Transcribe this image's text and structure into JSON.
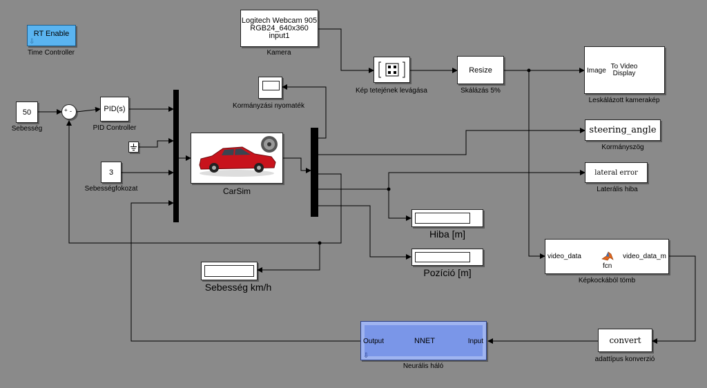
{
  "blocks": {
    "rt_enable": {
      "text": "RT Enable",
      "label": "Time Controller"
    },
    "speed_const": {
      "text": "50",
      "label": "Sebesség"
    },
    "sum": {
      "plus": "+",
      "minus": "-"
    },
    "pid": {
      "text": "PID(s)",
      "label": "PID Controller"
    },
    "gear_const": {
      "text": "3",
      "label": "Sebességfokozat"
    },
    "carsim": {
      "label": "CarSim"
    },
    "steer_scope": {
      "label": "Kormányzási nyomaték"
    },
    "webcam": {
      "line1": "Logitech Webcam 905",
      "line2": "RGB24_640x360",
      "line3": "input1",
      "label": "Kamera"
    },
    "crop": {
      "label": "Kép tetejének levágása"
    },
    "resize": {
      "text": "Resize",
      "label": "Skálázás 5%"
    },
    "video_display": {
      "port": "Image",
      "line1": "To Video",
      "line2": "Display",
      "label": "Leskálázott kamerakép"
    },
    "steering_angle": {
      "text": "steering_angle",
      "label": "Kormányszög"
    },
    "lateral_error": {
      "text": "lateral error",
      "label": "Laterális hiba"
    },
    "hiba_display": {
      "label": "Hiba [m]"
    },
    "pozicio_display": {
      "label": "Pozíció [m]"
    },
    "sebesseg_display": {
      "label": "Sebesség km/h"
    },
    "fcn": {
      "in_port": "video_data",
      "text": "fcn",
      "out_port": "video_data_m",
      "label": "Képkockából tömb"
    },
    "convert": {
      "text": "convert",
      "label": "adattípus konverzió"
    },
    "nnet": {
      "in_port": "Input",
      "text": "NNET",
      "out_port": "Output",
      "label": "Neurális háló"
    }
  },
  "colors": {
    "background": "#8a8a8a",
    "rt_enable": "#5ab4f0",
    "nnet": "#7a96e8",
    "wire": "#000000"
  }
}
